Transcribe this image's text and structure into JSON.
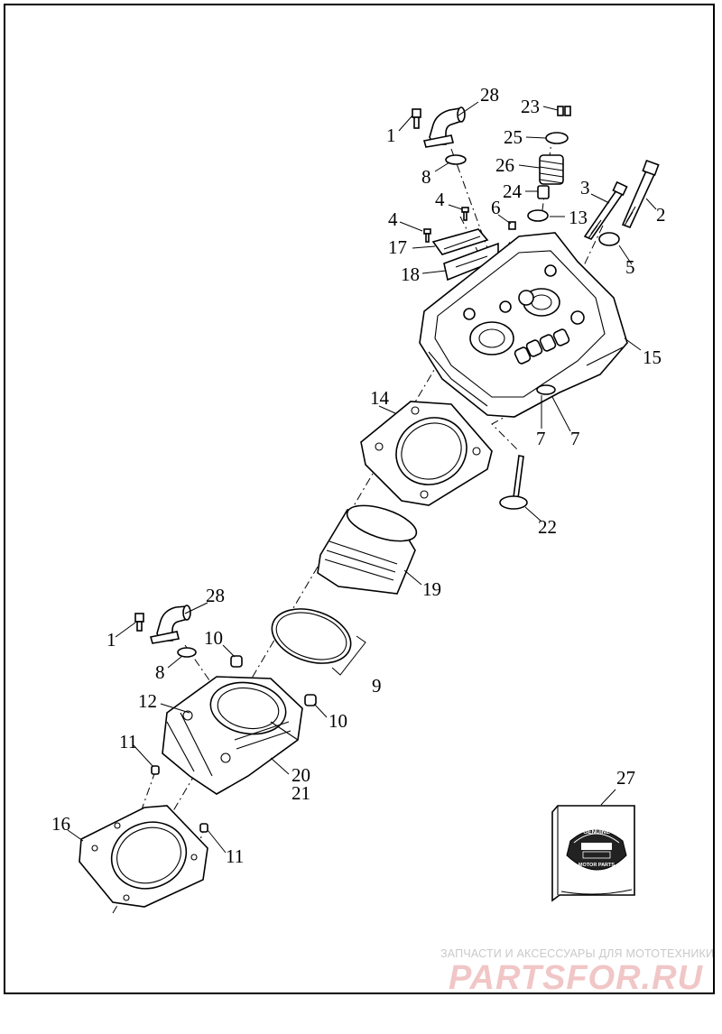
{
  "callouts": {
    "c1a": "1",
    "c28a": "28",
    "c8a": "8",
    "c23": "23",
    "c25": "25",
    "c26": "26",
    "c24": "24",
    "c13": "13",
    "c3": "3",
    "c2": "2",
    "c4a": "4",
    "c4b": "4",
    "c6": "6",
    "c17": "17",
    "c18": "18",
    "c5": "5",
    "c15": "15",
    "c14": "14",
    "c7a": "7",
    "c7b": "7",
    "c22": "22",
    "c19": "19",
    "c28b": "28",
    "c1b": "1",
    "c10a": "10",
    "c8b": "8",
    "c9": "9",
    "c12": "12",
    "c10b": "10",
    "c11a": "11",
    "c20": "20",
    "c21": "21",
    "c27": "27",
    "c16": "16",
    "c11b": "11"
  },
  "badge": {
    "top": "GENUINE",
    "bottom": "MOTOR PARTS"
  },
  "watermark": {
    "line1": "ЗАПЧАСТИ И АКСЕССУАРЫ ДЛЯ МОТОТЕХНИКИ",
    "line2": "PARTSFOR.RU"
  }
}
